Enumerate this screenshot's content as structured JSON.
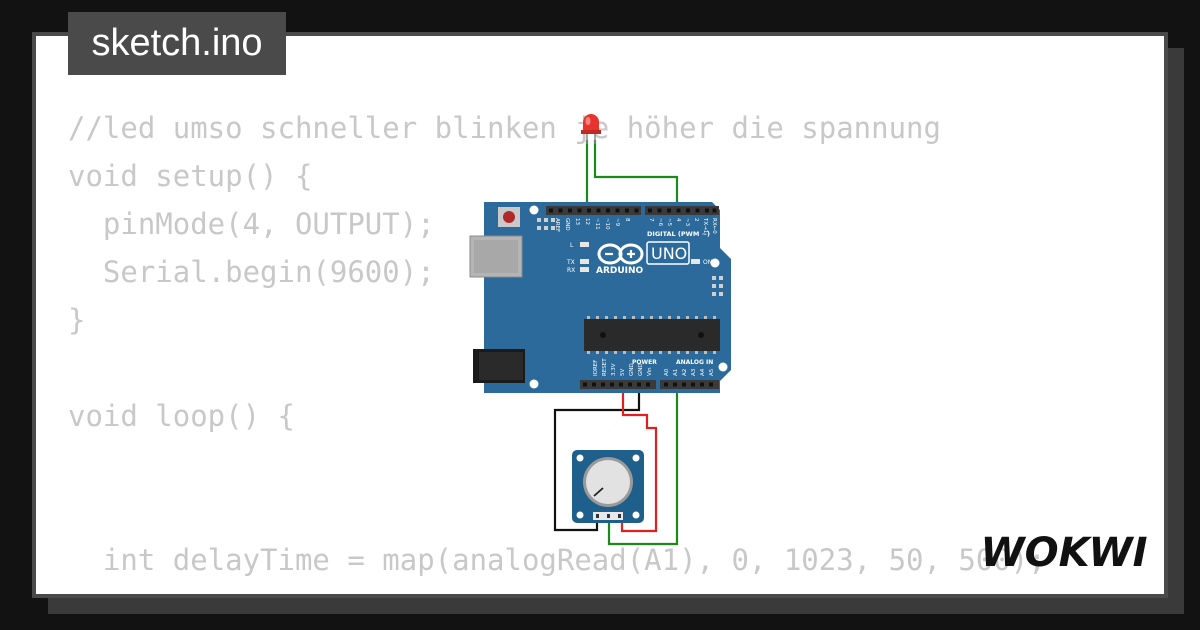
{
  "file_tab": {
    "title": "sketch.ino"
  },
  "code": {
    "lines": [
      "//led umso schneller blinken je höher die spannung",
      "void setup() {",
      "  pinMode(4, OUTPUT);",
      "  Serial.begin(9600);",
      "}",
      "",
      "void loop() {",
      "",
      "",
      "  int delayTime = map(analogRead(A1), 0, 1023, 50, 500);"
    ]
  },
  "board": {
    "brand": "ARDUINO",
    "model": "UNO",
    "digital_label": "DIGITAL (PWM ~)",
    "top_pins": [
      "AREF",
      "GND",
      "13",
      "12",
      "~11",
      "~10",
      "~9",
      "8",
      "7",
      "~6",
      "~5",
      "4",
      "~3",
      "2",
      "TX→1",
      "RX←0"
    ],
    "power_label": "POWER",
    "analog_label": "ANALOG IN",
    "power_pins": [
      "IOREF",
      "RESET",
      "3.3V",
      "5V",
      "GND",
      "GND",
      "Vin"
    ],
    "analog_pins": [
      "A0",
      "A1",
      "A2",
      "A3",
      "A4",
      "A5"
    ],
    "led_labels": [
      "L",
      "TX",
      "RX"
    ],
    "on_label": "ON"
  },
  "brand_logo": {
    "text": "WOKWI"
  },
  "colors": {
    "background": "#121212",
    "card_border": "#4a4a4a",
    "code_text": "#c8c8c8",
    "board_blue": "#2b6a9a",
    "wire_green": "#1a8a1a",
    "wire_red": "#e02020",
    "wire_black": "#111111",
    "led_red": "#e8342e"
  }
}
